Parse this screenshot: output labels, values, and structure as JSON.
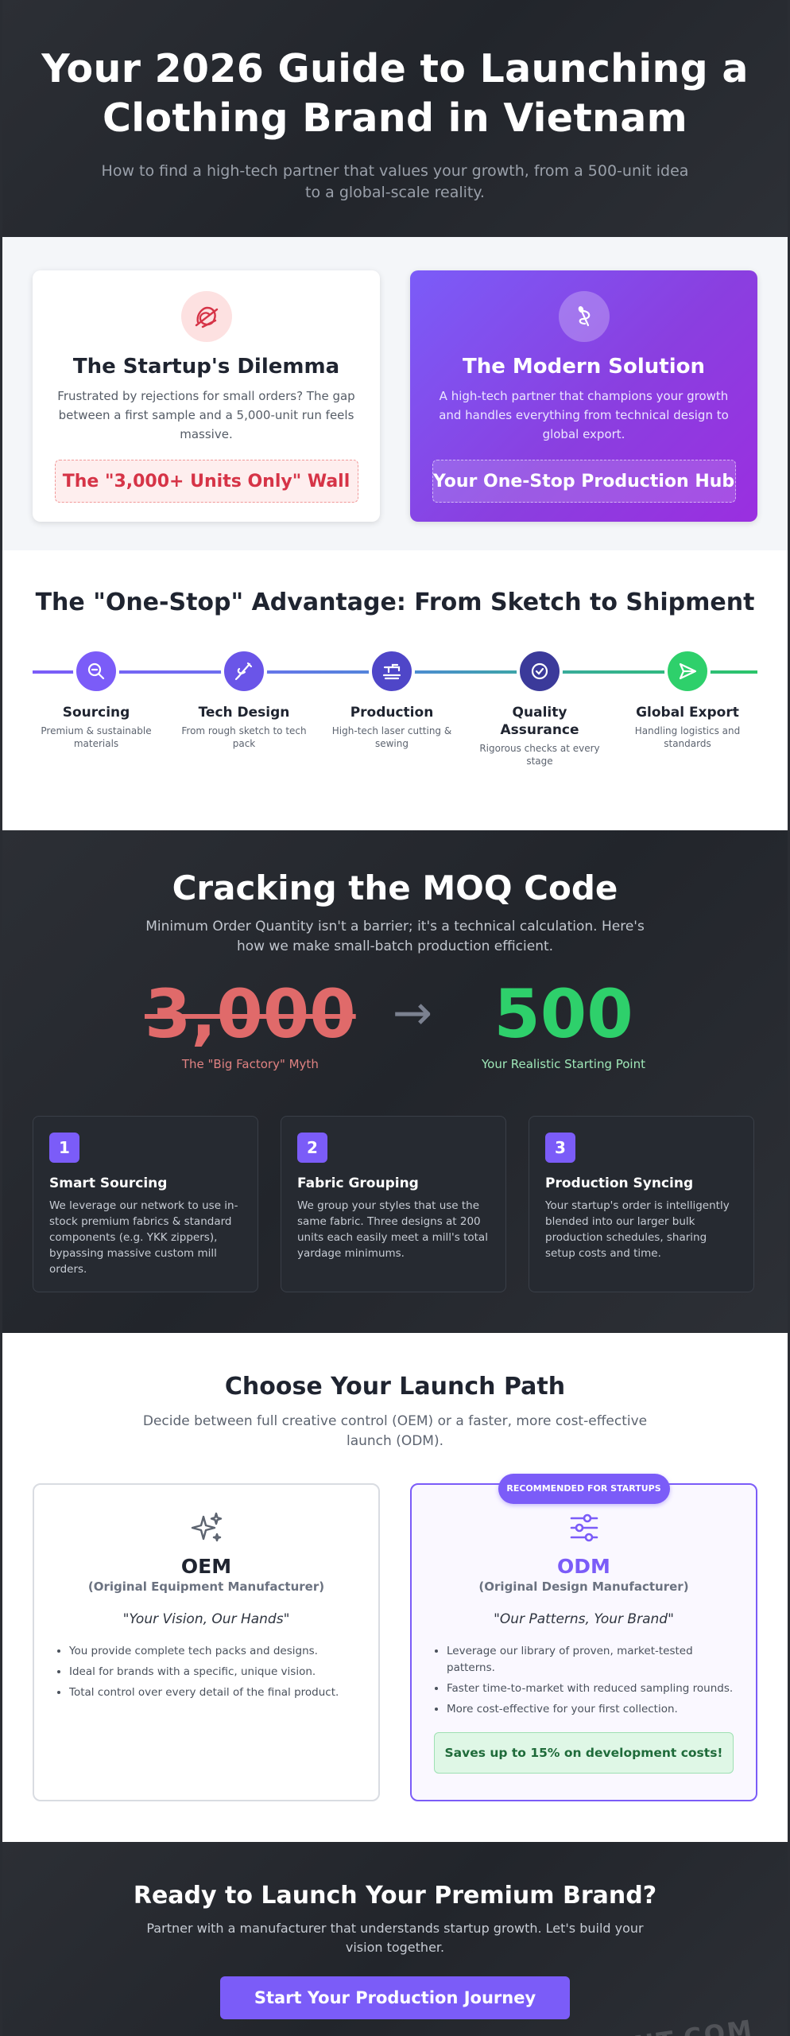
{
  "hero": {
    "title_line1": "Your 2026 Guide to Launching a",
    "title_line2": "Clothing Brand in Vietnam",
    "subtitle": "How to find a high-tech partner that values your growth, from a 500-unit idea to a global-scale reality."
  },
  "dilemma": {
    "problem": {
      "icon": "tangled-thread-icon",
      "title": "The Startup's Dilemma",
      "text": "Frustrated by rejections for small orders? The gap between a first sample and a 5,000-unit run feels massive.",
      "pill": "The \"3,000+ Units Only\" Wall"
    },
    "solution": {
      "icon": "needle-thread-icon",
      "title": "The Modern Solution",
      "text": "A high-tech partner that champions your growth and handles everything from technical design to global export.",
      "pill": "Your One-Stop Production Hub"
    }
  },
  "onestop": {
    "title": "The \"One-Stop\" Advantage: From Sketch to Shipment",
    "steps": [
      {
        "title": "Sourcing",
        "desc": "Premium & sustainable materials",
        "icon": "search-icon",
        "color": "#7b5cf8"
      },
      {
        "title": "Tech Design",
        "desc": "From rough sketch to tech pack",
        "icon": "sewing-needle-icon",
        "color": "#6a55e8"
      },
      {
        "title": "Production",
        "desc": "High-tech laser cutting & sewing",
        "icon": "sewing-machine-icon",
        "color": "#4f46c8"
      },
      {
        "title": "Quality Assurance",
        "desc": "Rigorous checks at every stage",
        "icon": "check-circle-icon",
        "color": "#3b3a9a"
      },
      {
        "title": "Global Export",
        "desc": "Handling logistics and standards",
        "icon": "paper-plane-icon",
        "color": "#2ed06b"
      }
    ]
  },
  "moq": {
    "title": "Cracking the MOQ Code",
    "subtitle": "Minimum Order Quantity isn't a barrier; it's a technical calculation. Here's how we make small-batch production efficient.",
    "old_value": "3,000",
    "old_label": "The \"Big Factory\" Myth",
    "arrow": "→",
    "new_value": "500",
    "new_label": "Your Realistic Starting Point",
    "cards": [
      {
        "num": "1",
        "title": "Smart Sourcing",
        "text": "We leverage our network to use in-stock premium fabrics & standard components (e.g. YKK zippers), bypassing massive custom mill orders."
      },
      {
        "num": "2",
        "title": "Fabric Grouping",
        "text": "We group your styles that use the same fabric. Three designs at 200 units each easily meet a mill's total yardage minimums."
      },
      {
        "num": "3",
        "title": "Production Syncing",
        "text": "Your startup's order is intelligently blended into our larger bulk production schedules, sharing setup costs and time."
      }
    ]
  },
  "launch": {
    "title": "Choose Your Launch Path",
    "subtitle": "Decide between full creative control (OEM) or a faster, more cost-effective launch (ODM).",
    "oem": {
      "icon": "sparkles-icon",
      "title": "OEM",
      "full": "(Original Equipment Manufacturer)",
      "tagline": "\"Your Vision, Our Hands\"",
      "bullets": [
        "You provide complete tech packs and designs.",
        "Ideal for brands with a specific, unique vision.",
        "Total control over every detail of the final product."
      ]
    },
    "odm": {
      "badge": "RECOMMENDED FOR STARTUPS",
      "icon": "sliders-icon",
      "title": "ODM",
      "full": "(Original Design Manufacturer)",
      "tagline": "\"Our Patterns, Your Brand\"",
      "bullets": [
        "Leverage our library of proven, market-tested patterns.",
        "Faster time-to-market with reduced sampling rounds.",
        "More cost-effective for your first collection."
      ],
      "savings": "Saves up to 15% on development costs!"
    }
  },
  "cta": {
    "title": "Ready to Launch Your Premium Brand?",
    "subtitle": "Partner with a manufacturer that understands startup growth. Let's build your vision together.",
    "button": "Start Your Production Journey",
    "watermark": "DARLON-GARMENT.COM"
  }
}
